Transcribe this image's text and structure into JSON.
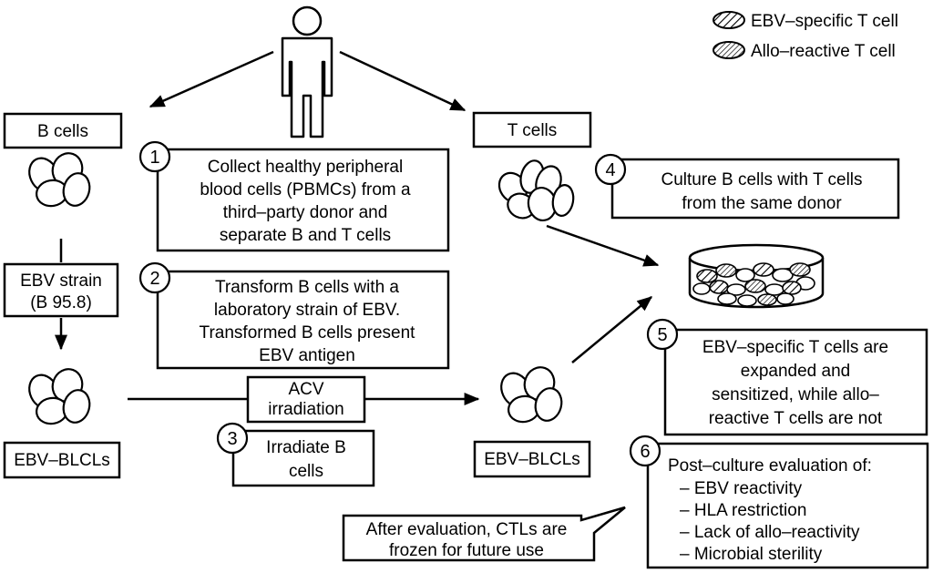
{
  "legend": {
    "ebv_specific": "EBV–specific T cell",
    "allo_reactive": "Allo–reactive T cell"
  },
  "labels": {
    "b_cells": "B cells",
    "t_cells": "T cells",
    "ebv_strain_line1": "EBV strain",
    "ebv_strain_line2": "(B 95.8)",
    "ebv_blcls_left": "EBV–BLCLs",
    "ebv_blcls_right": "EBV–BLCLs",
    "acv_line1": "ACV",
    "acv_line2": "irradiation"
  },
  "steps": [
    {
      "number": "1",
      "lines": [
        "Collect healthy peripheral",
        "blood cells (PBMCs) from a",
        "third–party donor and",
        "separate B and T cells"
      ]
    },
    {
      "number": "2",
      "lines": [
        "Transform B cells with a",
        "laboratory strain of EBV.",
        "Transformed B cells present",
        "EBV antigen"
      ]
    },
    {
      "number": "3",
      "lines": [
        "Irradiate B",
        "cells"
      ]
    },
    {
      "number": "4",
      "lines": [
        "Culture B cells with T cells",
        "from the same donor"
      ]
    },
    {
      "number": "5",
      "lines": [
        "EBV–specific T cells are",
        "expanded and",
        "sensitized, while allo–",
        "reactive T cells are not"
      ]
    },
    {
      "number": "6",
      "title": "Post–culture evaluation of:",
      "items": [
        "–  EBV reactivity",
        "–  HLA restriction",
        "–  Lack of allo–reactivity",
        "–  Microbial sterility"
      ]
    }
  ],
  "callout": {
    "lines": [
      "After evaluation, CTLs are",
      "frozen for future use"
    ]
  },
  "icons": {
    "donor": "person-icon",
    "b_cell_cluster": "b-cell-cluster-icon",
    "t_cell_cluster": "t-cell-cluster-icon",
    "culture_dish": "petri-dish-icon"
  }
}
